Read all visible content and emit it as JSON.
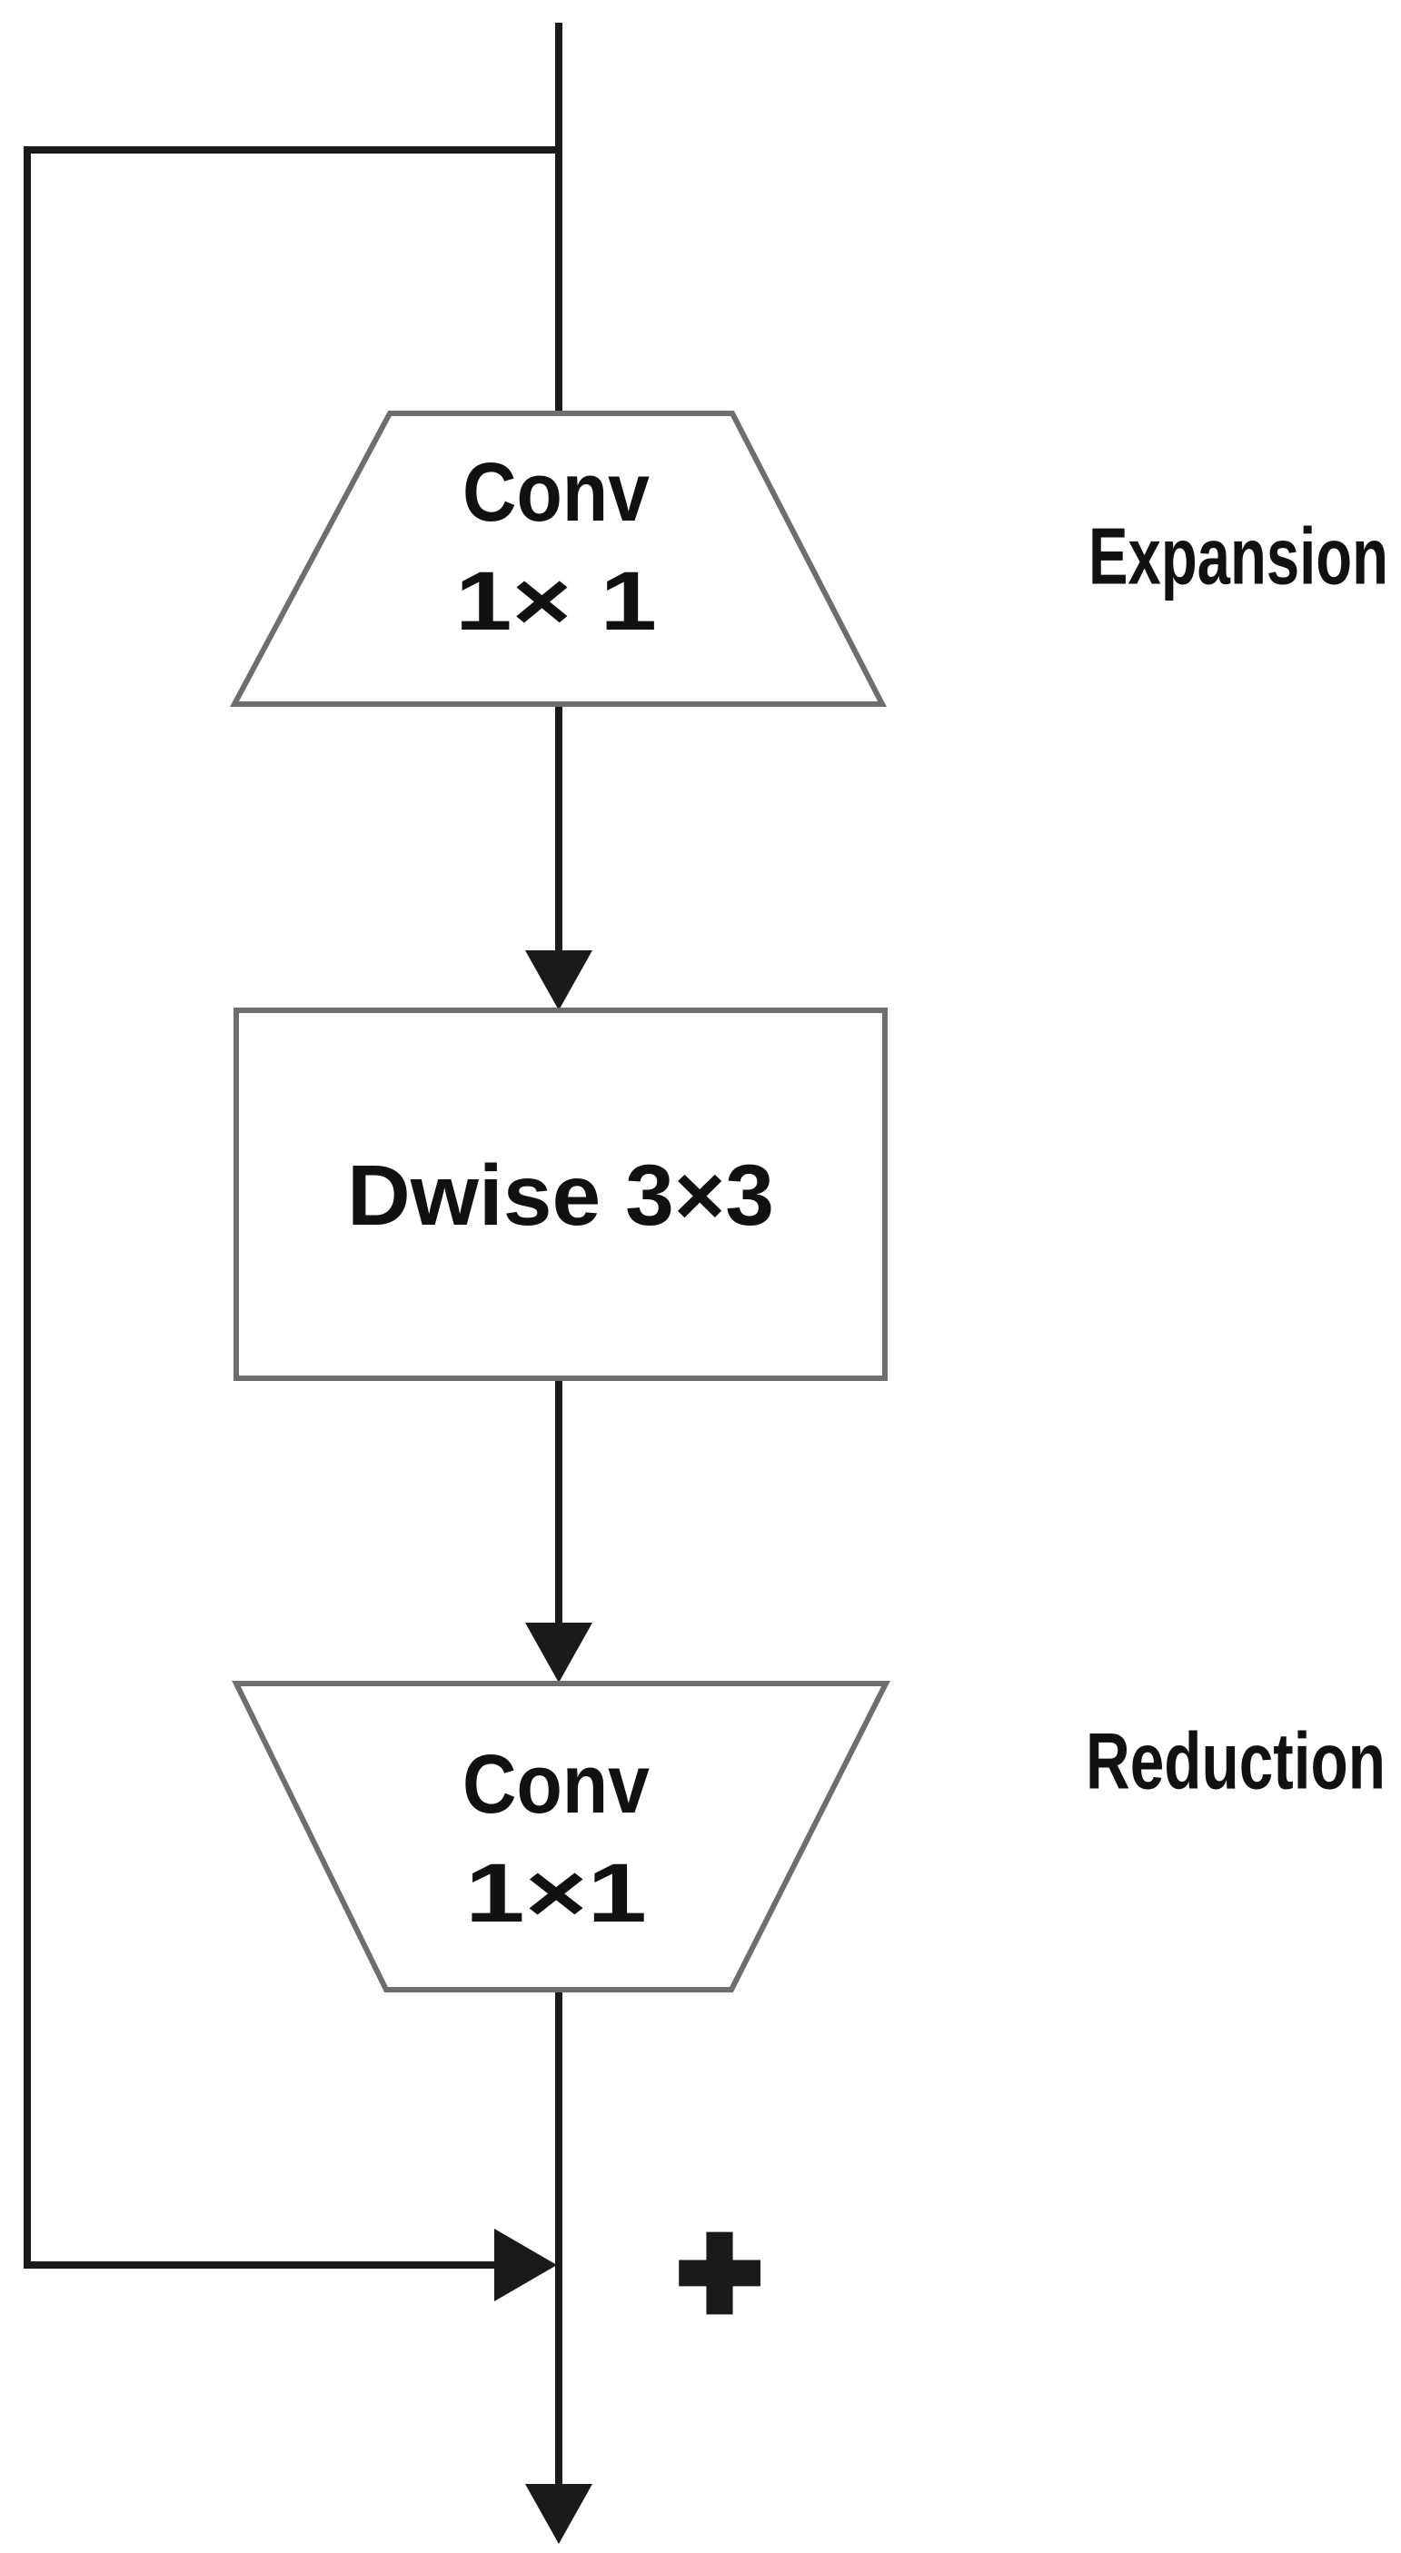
{
  "diagram": {
    "blocks": {
      "expansion_conv": {
        "shape": "trapezoid-widening-down",
        "line1": "Conv",
        "line2": "1× 1"
      },
      "depthwise": {
        "shape": "rectangle",
        "label": "Dwise 3×3"
      },
      "reduction_conv": {
        "shape": "trapezoid-narrowing-down",
        "line1": "Conv",
        "line2": "1×1"
      }
    },
    "annotations": {
      "expansion": "Expansion",
      "reduction": "Reduction",
      "merge": "+"
    },
    "colors": {
      "line": "#1a1a1a",
      "shape_border": "#6e6e6e",
      "text": "#111111",
      "background": "#ffffff"
    }
  }
}
